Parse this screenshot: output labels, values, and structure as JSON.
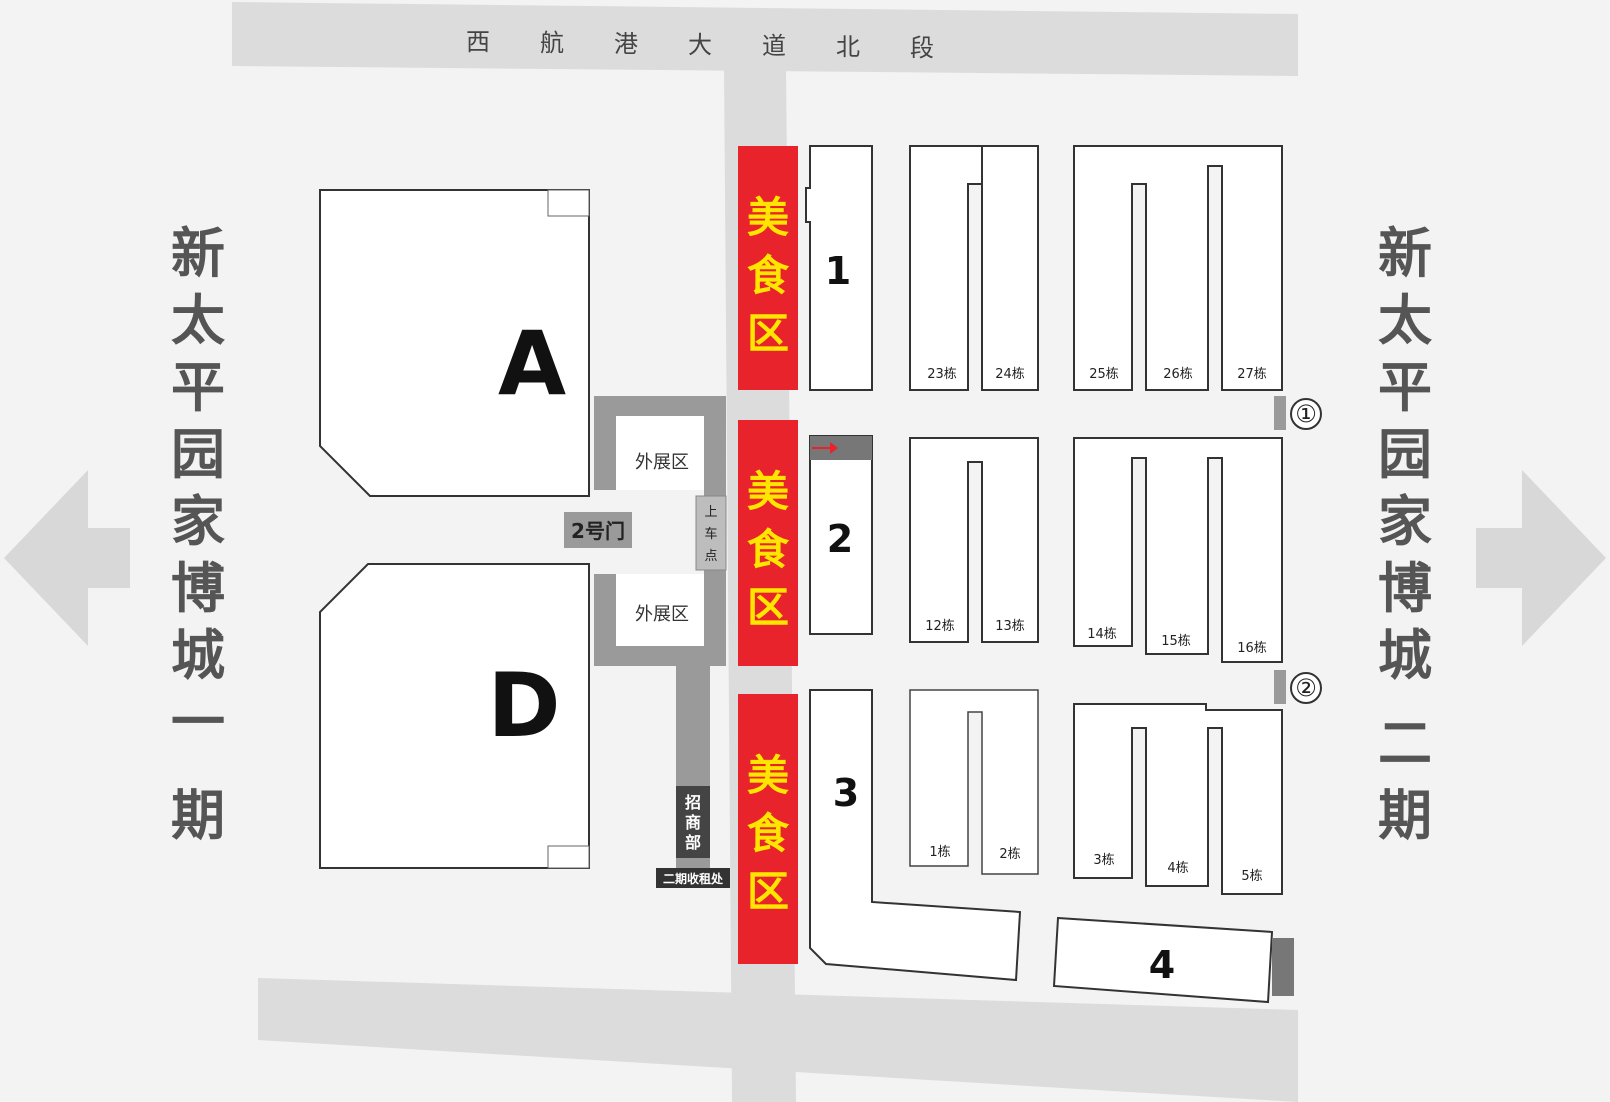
{
  "road": {
    "top_name_chars": [
      "西",
      "航",
      "港",
      "大",
      "道",
      "北",
      "段"
    ]
  },
  "left_side": {
    "title_chars": [
      "新",
      "太",
      "平",
      "园",
      "家",
      "博",
      "城",
      "一",
      "期"
    ]
  },
  "right_side": {
    "title_chars": [
      "新",
      "太",
      "平",
      "园",
      "家",
      "博",
      "城",
      "二",
      "期"
    ]
  },
  "halls": {
    "a": "A",
    "d": "D"
  },
  "outer_exhibition": {
    "upper": "外展区",
    "lower": "外展区"
  },
  "gate": "2号门",
  "pickup_point_chars": [
    "上",
    "车",
    "点"
  ],
  "investment_office_chars": [
    "招",
    "商",
    "部"
  ],
  "phase2_rent_office": "二期收租处",
  "food_zone_chars": [
    "美",
    "食",
    "区"
  ],
  "blocks": {
    "b1": "1",
    "b2": "2",
    "b3": "3",
    "b4": "4"
  },
  "buildings": {
    "row1": [
      "23栋",
      "24栋",
      "25栋",
      "26栋",
      "27栋"
    ],
    "row2": [
      "12栋",
      "13栋",
      "14栋",
      "15栋",
      "16栋"
    ],
    "row3": [
      "1栋",
      "2栋",
      "3栋",
      "4栋",
      "5栋"
    ]
  },
  "markers": {
    "m1": "①",
    "m2": "②"
  },
  "colors": {
    "food_zone_bg": "#e8232b",
    "food_zone_text": "#ffe600",
    "road": "#dcdcdc",
    "arrow": "#d8d8d8",
    "corridor": "#9a9a9a"
  }
}
